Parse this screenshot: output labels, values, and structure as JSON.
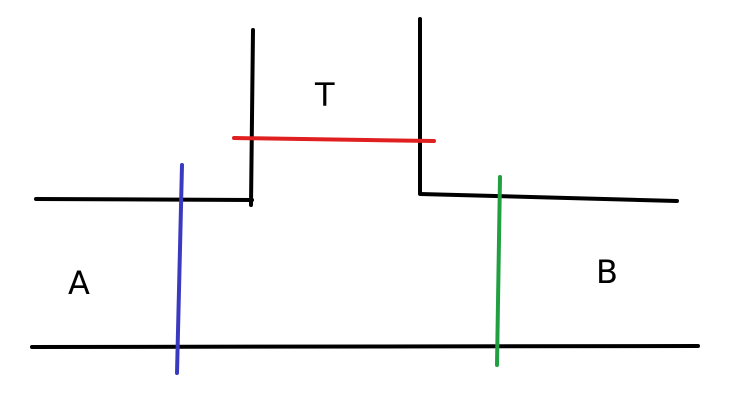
{
  "labels": {
    "top": "T",
    "left": "A",
    "right": "B"
  },
  "colors": {
    "walls": "#000000",
    "top_section_line": "#e02020",
    "left_section_line": "#3a3ac0",
    "right_section_line": "#20a040"
  }
}
